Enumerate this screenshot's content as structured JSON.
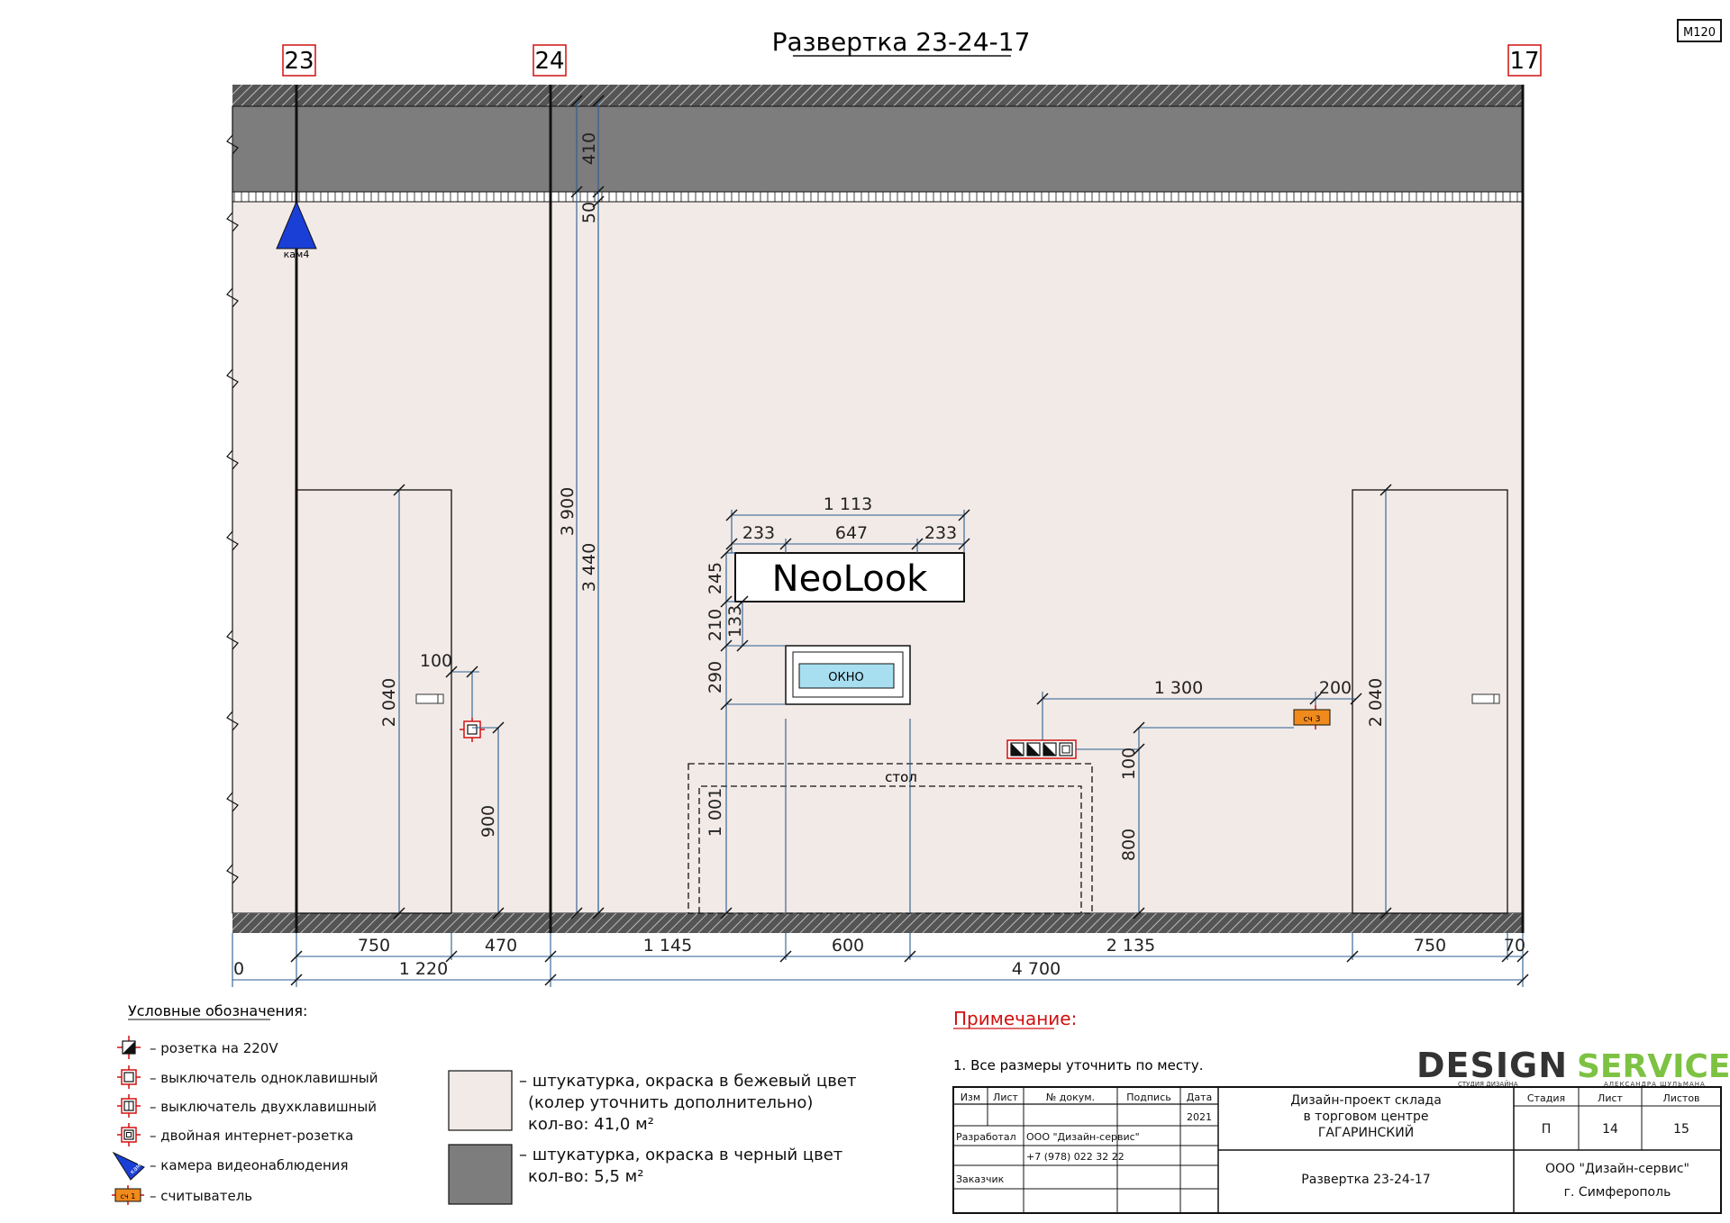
{
  "sheet_code": "М120",
  "title": "Развертка 23-24-17",
  "axes": {
    "a23": "23",
    "a24": "24",
    "a17": "17"
  },
  "camera_label": "кам4",
  "logo_text": "NeoLook",
  "window_label": "ОКНО",
  "table_label": "стол",
  "reader_label": "сч 3",
  "dims": {
    "h410": "410",
    "h50": "50",
    "h3900": "3 900",
    "h3440": "3 440",
    "w1113": "1 113",
    "w233a": "233",
    "w647": "647",
    "w233b": "233",
    "h245": "245",
    "h133": "133",
    "h210": "210",
    "h290": "290",
    "h1001": "1 001",
    "d2040a": "2 040",
    "d2040b": "2 040",
    "w100": "100",
    "h900": "900",
    "w1300": "1 300",
    "w200": "200",
    "h100": "100",
    "h800": "800",
    "b750a": "750",
    "b470": "470",
    "b1145": "1 145",
    "b600": "600",
    "b2135": "2 135",
    "b750b": "750",
    "b70": "70",
    "b0": "0",
    "b1220": "1 220",
    "b4700": "4 700"
  },
  "legend": {
    "title": "Условные обозначения:",
    "items": [
      "– розетка на 220V",
      "– выключатель одноклавишный",
      "– выключатель двухклавишный",
      "– двойная интернет-розетка",
      "– камера видеонаблюдения",
      "– считыватель"
    ],
    "reader_symbol": "сч 1",
    "cam_symbol": "кам",
    "materials": [
      {
        "lines": [
          "– штукатурка, окраска в бежевый цвет",
          "(колер уточнить дополнительно)",
          "кол-во: 41,0 м²"
        ],
        "color": "#f2eae7"
      },
      {
        "lines": [
          "– штукатурка, окраска в черный цвет",
          "кол-во: 5,5 м²"
        ],
        "color": "#7d7d7d"
      }
    ]
  },
  "note": {
    "title": "Примечание:",
    "text": "1. Все размеры уточнить по месту."
  },
  "brand": {
    "part1": "DESIGN",
    "part2": "SERVICE",
    "sub1": "СТУДИЯ ДИЗАЙНА",
    "sub2": "АЛЕКСАНДРА ШУЛЬМАНА"
  },
  "title_block": {
    "headers": [
      "Изм",
      "Лист",
      "№ докум.",
      "Подпись",
      "Дата"
    ],
    "year": "2021",
    "developer_role": "Разработал",
    "developer_org": "ООО \"Дизайн-сервис\"",
    "phone": "+7 (978) 022 32 22",
    "customer_role": "Заказчик",
    "project": [
      "Дизайн-проект склада",
      "в торговом центре",
      "ГАГАРИНСКИЙ"
    ],
    "stage_header": "Стадия",
    "sheet_header": "Лист",
    "sheets_header": "Листов",
    "stage": "П",
    "sheet": "14",
    "sheets": "15",
    "drawing_name": "Развертка 23-24-17",
    "org": "ООО \"Дизайн-сервис\"",
    "city": "г. Симферополь"
  },
  "colors": {
    "wall": "#f2eae7",
    "ceiling": "#7d7d7d",
    "dim_line": "#2a5d8f",
    "axis_box": "#d01010",
    "camera": "#1a3fd6",
    "reader": "#f08a1c",
    "brand_green": "#7dc242",
    "note_red": "#d01010"
  }
}
